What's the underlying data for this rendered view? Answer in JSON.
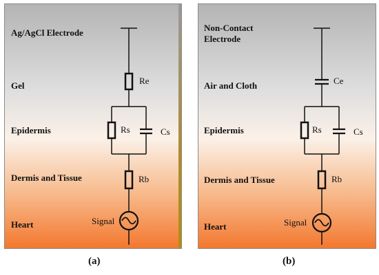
{
  "panel_a": {
    "layers": [
      "Ag/AgCl Electrode",
      "Gel",
      "Epidermis",
      "Dermis and Tissue",
      "Heart"
    ],
    "components": {
      "re": "Re",
      "rs": "Rs",
      "cs": "Cs",
      "rb": "Rb",
      "signal": "Signal"
    },
    "caption": "(a)"
  },
  "panel_b": {
    "layers": [
      "Non-Contact\nElectrode",
      "Air and Cloth",
      "Epidermis",
      "Dermis and Tissue",
      "Heart"
    ],
    "components": {
      "ce": "Ce",
      "rs": "Rs",
      "cs": "Cs",
      "rb": "Rb",
      "signal": "Signal"
    },
    "caption": "(b)"
  }
}
